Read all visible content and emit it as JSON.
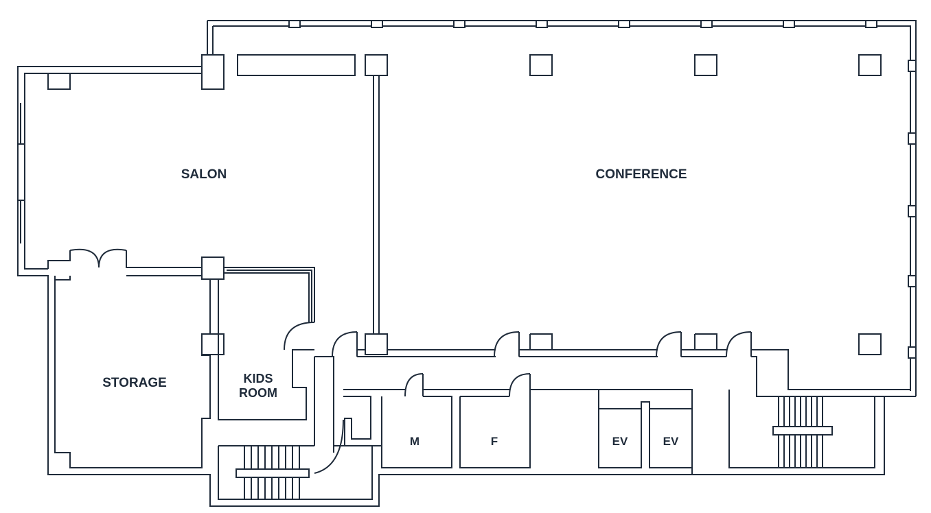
{
  "plan": {
    "stroke_color": "#1f2b3a",
    "background_color": "#ffffff",
    "rooms": {
      "salon": "SALON",
      "conference": "CONFERENCE",
      "storage": "STORAGE",
      "kids_room_line1": "KIDS",
      "kids_room_line2": "ROOM",
      "mens_restroom": "M",
      "womens_restroom": "F",
      "elevator_1": "EV",
      "elevator_2": "EV"
    }
  }
}
